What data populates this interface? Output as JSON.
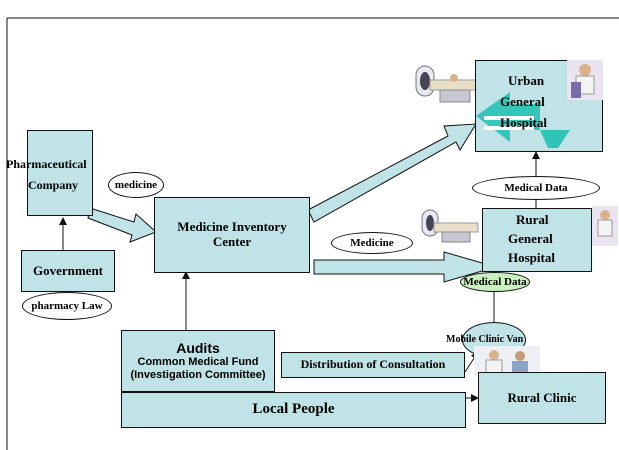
{
  "nodes": {
    "pharma": "Pharmaceutical Company",
    "pharma_top": "Pharmaceutical",
    "pharma_bottom": "Company",
    "government": "Government",
    "inventory_line1": "Medicine Inventory",
    "inventory_line2": "Center",
    "urban_line1": "Urban",
    "urban_line2": "General",
    "urban_line3": "Hospital",
    "rural_line1": "Rural",
    "rural_line2": "General",
    "rural_line3": "Hospital",
    "audits": "Audits",
    "fund_line1": "Common Medical Fund",
    "fund_line2": "(Investigation Committee)",
    "distribution": "Distribution of Consultation",
    "local_people": "Local People",
    "rural_clinic": "Rural Clinic"
  },
  "labels": {
    "medicine_small": "medicine",
    "pharmacy_law": "pharmacy Law",
    "medicine": "Medicine",
    "medical_data_top": "Medical Data",
    "medical_data_bottom": "Medical Data",
    "mobile_van": "Mobile Clinic Van"
  },
  "colors": {
    "box_fill": "#bfe3e6",
    "arrow_fill": "#bfe3e6",
    "green_oval": "#c8f0c0",
    "teal_logo": "#2ec4b6"
  }
}
